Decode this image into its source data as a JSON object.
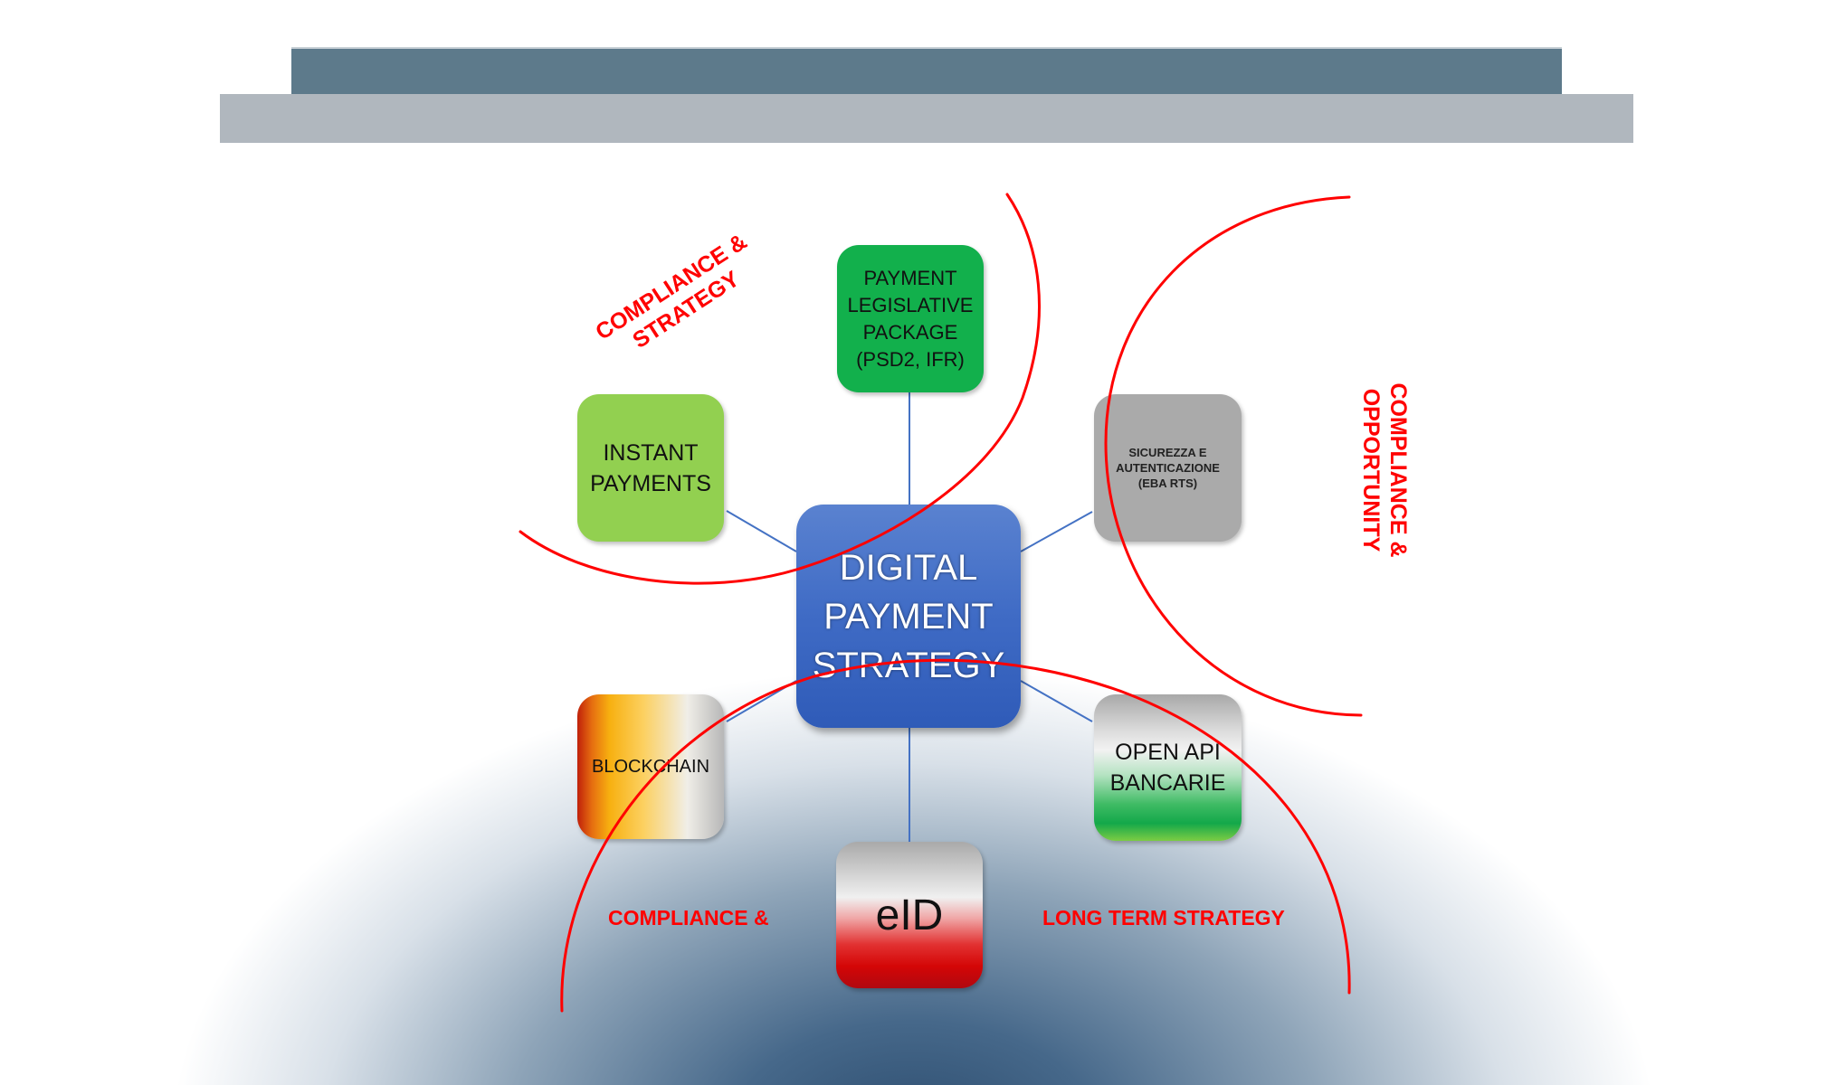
{
  "header": {
    "banner_dark_color": "#5d7a8b",
    "banner_light_color": "#b0b7be"
  },
  "diagram": {
    "center": {
      "label": "DIGITAL\nPAYMENT\nSTRATEGY",
      "color": "#3f6bc5"
    },
    "nodes": [
      {
        "id": "legislative",
        "label": "PAYMENT\nLEGISLATIVE\nPACKAGE\n(PSD2, IFR)",
        "color": "#12b04c"
      },
      {
        "id": "instant",
        "label": "INSTANT\nPAYMENTS",
        "color": "#92d050"
      },
      {
        "id": "sicurezza",
        "label": "SICUREZZA E\nAUTENTICAZIONE\n(EBA RTS)",
        "color": "#aaaaaa"
      },
      {
        "id": "blockchain",
        "label": "BLOCKCHAIN",
        "color": "gradient-orange-gray"
      },
      {
        "id": "openapi",
        "label": "OPEN API\nBANCARIE",
        "color": "gradient-gray-green"
      },
      {
        "id": "eid",
        "label": "eID",
        "color": "gradient-gray-red"
      }
    ],
    "zones": [
      {
        "id": "upper-left",
        "line1": "COMPLIANCE &",
        "line2": "STRATEGY"
      },
      {
        "id": "right",
        "line1": "COMPLIANCE &",
        "line2": "OPPORTUNITY"
      },
      {
        "id": "bottom-left",
        "text": "COMPLIANCE &"
      },
      {
        "id": "bottom-right",
        "text": "LONG TERM STRATEGY"
      }
    ],
    "zone_color": "#ff0000",
    "connector_color": "#4472c4"
  }
}
